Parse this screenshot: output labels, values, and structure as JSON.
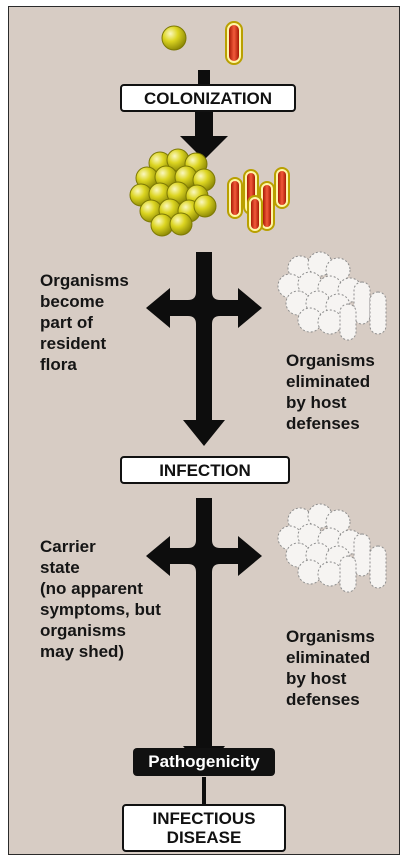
{
  "stages": {
    "colonization": "COLONIZATION",
    "infection": "INFECTION",
    "pathogenicity": "Pathogenicity",
    "infectious_disease": [
      "INFECTIOUS",
      "DISEASE"
    ]
  },
  "notes": {
    "resident_flora": [
      "Organisms",
      "become",
      "part of",
      "resident",
      "flora"
    ],
    "eliminated_1": [
      "Organisms",
      "eliminated",
      "by host",
      "defenses"
    ],
    "carrier_state": [
      "Carrier",
      "state",
      "(no apparent",
      "symptoms, but",
      "organisms",
      "may shed)"
    ],
    "eliminated_2": [
      "Organisms",
      "eliminated",
      "by host",
      "defenses"
    ]
  },
  "colors": {
    "panel_bg": "#d7ccc4",
    "coccus_fill": "#d9d21f",
    "bacillus_fill": "#e2361c",
    "ghost_fill": "#f6f4f2",
    "arrow": "#0d0d0d"
  }
}
